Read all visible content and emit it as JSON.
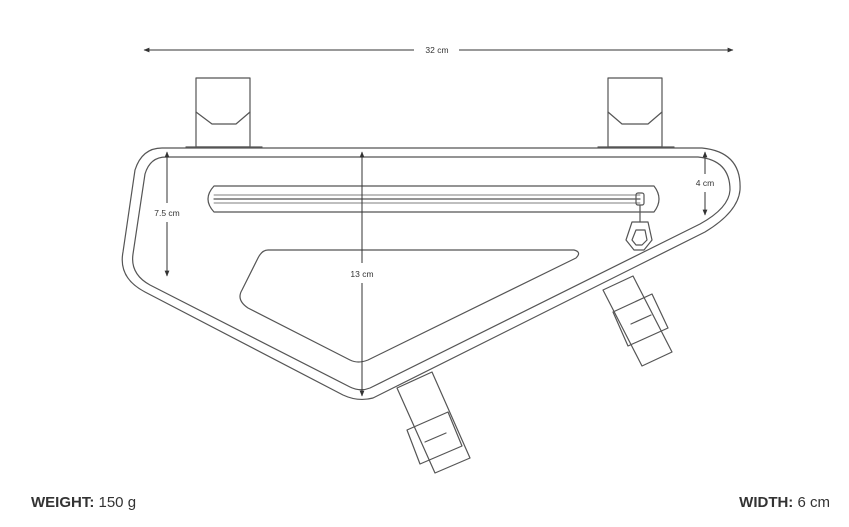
{
  "drawing": {
    "stroke_color": "#555555",
    "dimension_color": "#333333",
    "dimensions": {
      "length": "32 cm",
      "front_height": "7.5 cm",
      "total_height": "13 cm",
      "rear_height": "4 cm"
    }
  },
  "specs": {
    "weight_label": "WEIGHT:",
    "weight_value": "150 g",
    "width_label": "WIDTH:",
    "width_value": "6 cm"
  }
}
